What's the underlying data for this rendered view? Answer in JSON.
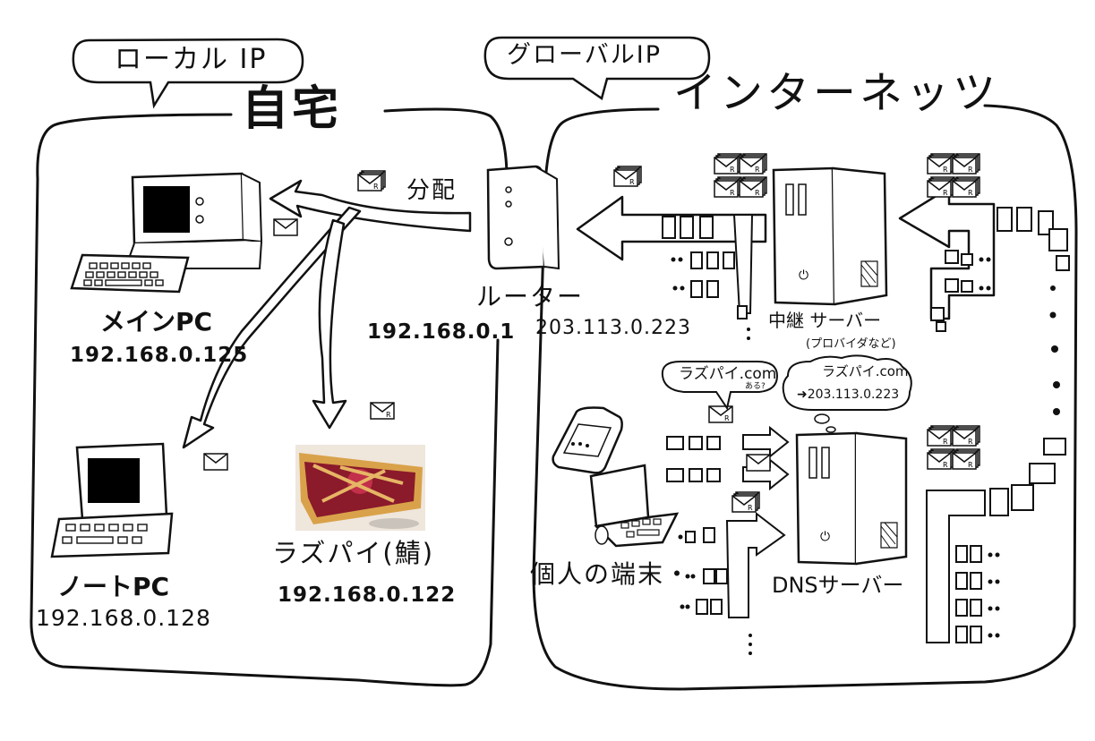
{
  "bubbles": {
    "local_ip": "ローカル IP",
    "global_ip": "グローバルIP"
  },
  "regions": {
    "home": "自宅",
    "internet": "インターネッツ"
  },
  "home": {
    "distribute_label": "分配",
    "router_label": "ルーター",
    "router_local_ip": "192.168.0.1",
    "router_global_ip": "203.113.0.223",
    "main_pc": {
      "name": "メインPC",
      "ip": "192.168.0.125"
    },
    "note_pc": {
      "name": "ノートPC",
      "ip": "192.168.0.128"
    },
    "raspi": {
      "name": "ラズパイ(鯖)",
      "ip": "192.168.0.122"
    }
  },
  "internet": {
    "relay_server": {
      "name": "中継 サーバー",
      "note": "(プロバイダなど)"
    },
    "dns_server": {
      "name": "DNSサーバー"
    },
    "terminals_label": "個人の端末・",
    "query_bubble": {
      "text": "ラズパイ.com",
      "sub": "ある?"
    },
    "dns_answer": {
      "title": "ラズパイ.com",
      "answer": "➜203.113.0.223"
    }
  },
  "colors": {
    "ink": "#111111",
    "screen": "#000000",
    "pie_red": "#8b1a2b",
    "pie_crust": "#d9a24a"
  },
  "icons": [
    "envelope-icon",
    "router-icon",
    "server-icon",
    "desktop-pc-icon",
    "laptop-icon",
    "smartphone-icon",
    "arrow-icon",
    "pie-photo"
  ]
}
